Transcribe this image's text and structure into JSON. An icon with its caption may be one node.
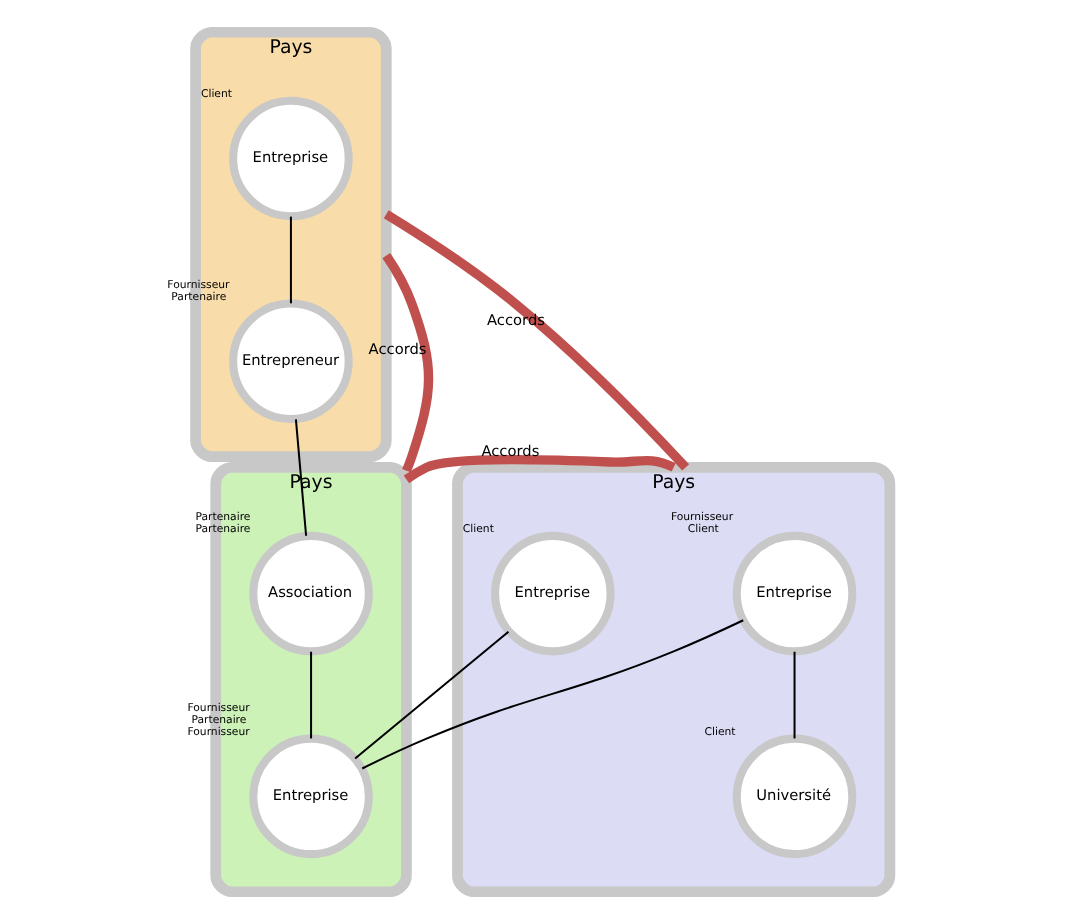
{
  "diagram": {
    "nodes": [
      {
        "text": [
          "Pays"
        ]
      },
      {
        "text": [
          "Entreprise"
        ],
        "in": 0,
        "beside": [
          "Client"
        ]
      },
      {
        "text": [
          "Entrepreneur"
        ],
        "in": 0,
        "beside": [
          "Fournisseur",
          "Partenaire"
        ]
      },
      {
        "text": [
          "Pays"
        ]
      },
      {
        "text": [
          "Entreprise"
        ],
        "in": 3,
        "beside": [
          "Fournisseur",
          "Client"
        ]
      },
      {
        "text": [
          "Université"
        ],
        "in": 3,
        "beside": [
          "Client"
        ]
      },
      {
        "text": [
          "Entreprise"
        ],
        "in": 3,
        "beside": [
          "Client"
        ]
      },
      {
        "text": [
          "Pays"
        ]
      },
      {
        "text": [
          "Association"
        ],
        "in": 7,
        "beside": [
          "Partenaire",
          "Partenaire"
        ]
      },
      {
        "text": [
          "Entreprise"
        ],
        "in": 7,
        "beside": [
          "Fournisseur",
          "Partenaire",
          "Fournisseur"
        ]
      }
    ],
    "edges": [
      {
        "from": 1,
        "to": 2,
        "arrow": "none"
      },
      {
        "from": 0,
        "to": 3,
        "arrow": "none",
        "label": "Accords",
        "style": "thick",
        "color": "#c0504d"
      },
      {
        "from": 0,
        "to": 7,
        "arrow": "none",
        "label": "Accords",
        "style": "thick",
        "color": "#c0504d"
      },
      {
        "from": 7,
        "to": 3,
        "arrow": "none",
        "label": "Accords",
        "style": "thick",
        "color": "#c0504d"
      },
      {
        "from": 2,
        "to": 8,
        "arrow": "none"
      },
      {
        "from": 4,
        "to": 5,
        "arrow": "none"
      },
      {
        "from": 4,
        "to": 9,
        "arrow": "none"
      },
      {
        "from": 6,
        "to": 9,
        "arrow": "none"
      },
      {
        "from": 8,
        "to": 9,
        "arrow": "none"
      }
    ]
  }
}
